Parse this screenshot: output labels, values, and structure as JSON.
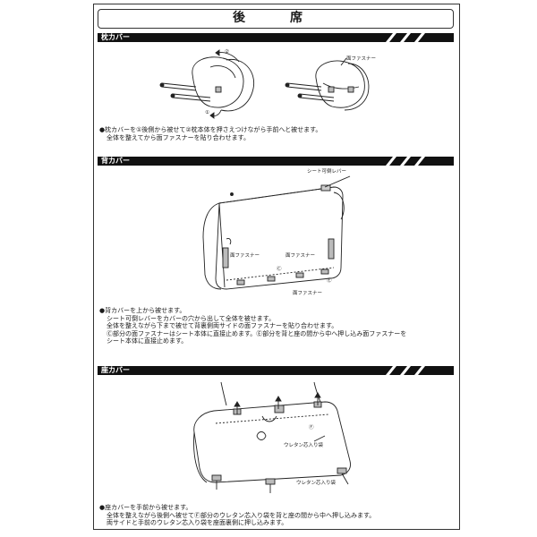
{
  "page_title": "後　席",
  "sections": {
    "headrest": {
      "label": "枕カバー",
      "callouts": {
        "num1": "①",
        "num2": "②",
        "fastener": "面ファスナー"
      },
      "lines": [
        "●枕カバーを①後側から被せて②枕本体を押さえつけながら手前へと被せます。",
        "全体を整えてから面ファスナーを貼り合わせます。"
      ]
    },
    "back": {
      "label": "背カバー",
      "callouts": {
        "lever": "シート可倒レバー",
        "fastener_left": "面ファスナー",
        "fastener_right": "面ファスナー",
        "fastener_bottom": "面ファスナー",
        "mark_c": "Ⓒ",
        "mark_e": "Ⓔ"
      },
      "lines": [
        "●背カバーを上から被せます。",
        "シート可倒レバーをカバーの穴から出して全体を被せます。",
        "全体を整えながら下まで被せて背裏側両サイドの面ファスナーを貼り合わせます。",
        "Ⓒ部分の面ファスナーはシート本体に直接止めます。Ⓔ部分を背と座の間から中へ押し込み面ファスナーを",
        "シート本体に直接止めます。"
      ]
    },
    "seat": {
      "label": "座カバー",
      "callouts": {
        "mark_f": "Ⓕ",
        "pocket1": "ウレタン芯入り袋",
        "pocket2": "ウレタン芯入り袋"
      },
      "lines": [
        "●座カバーを手前から被せます。",
        "全体を整えながら後側へ被せてⒻ部分のウレタン芯入り袋を背と座の間から中へ押し込みます。",
        "両サイドと手前のウレタン芯入り袋を座面裏側に押し込みます。"
      ]
    }
  }
}
